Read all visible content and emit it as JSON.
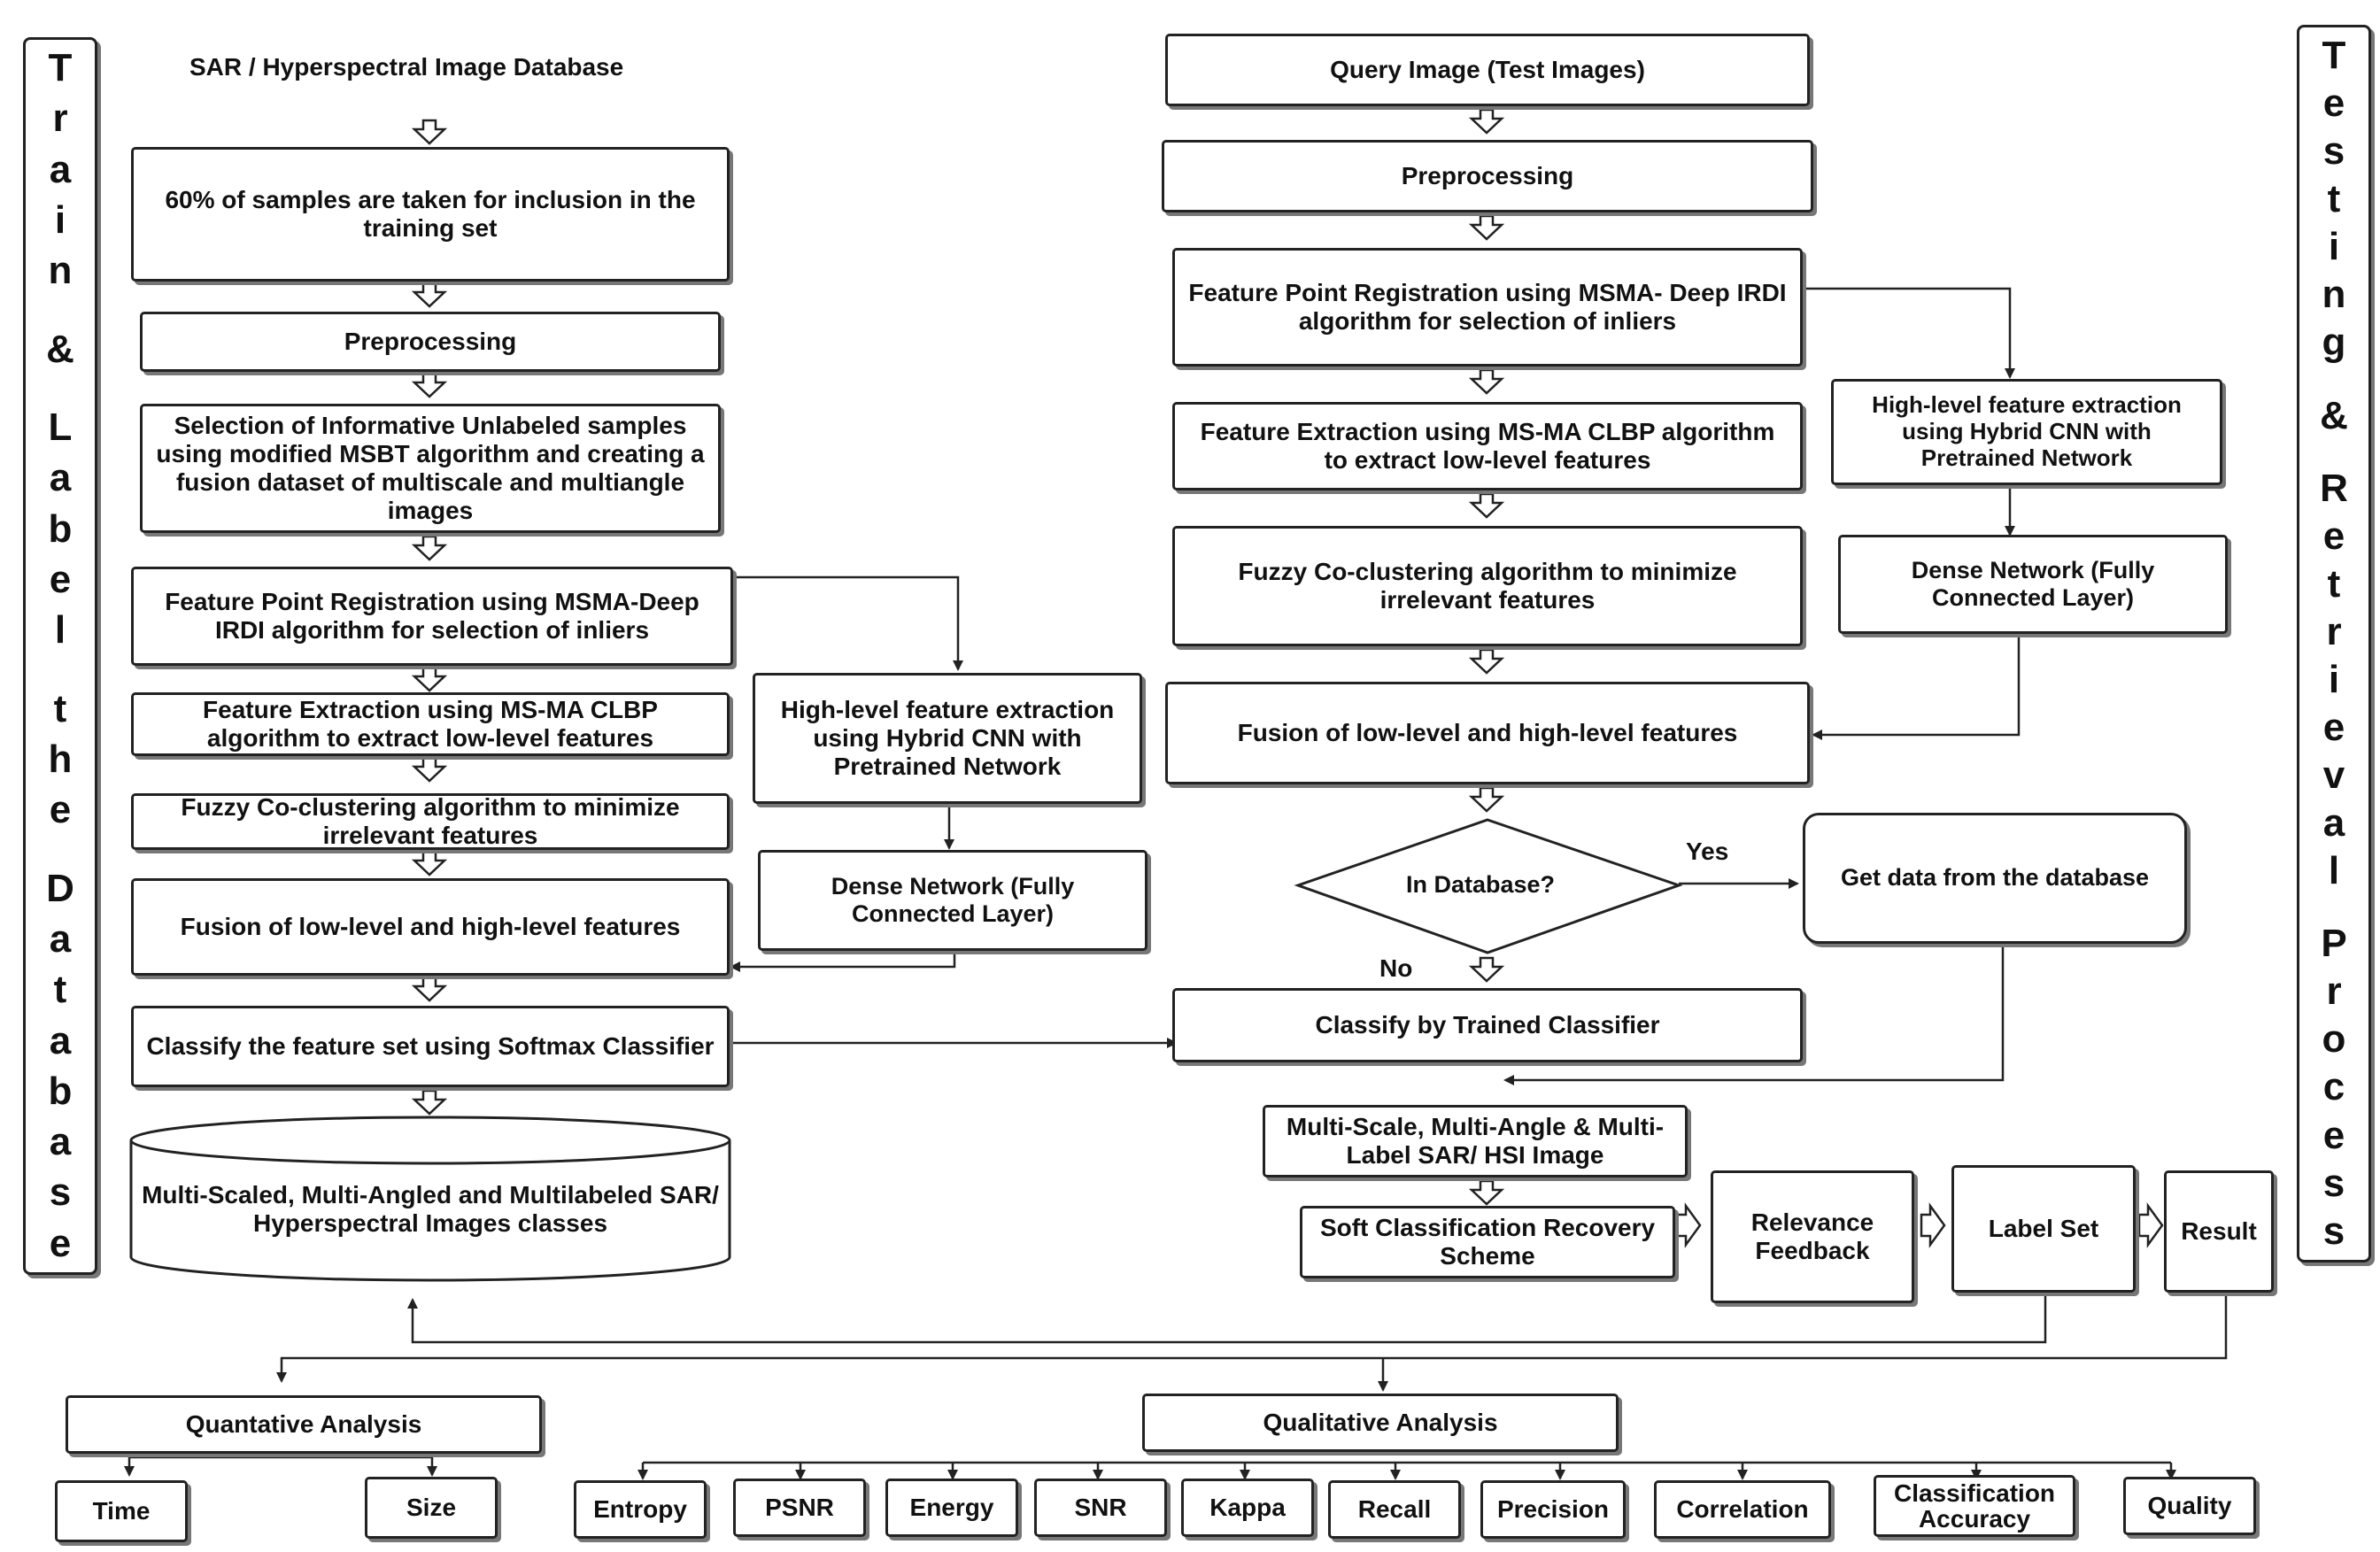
{
  "train_side_label": "Train & Label the Database",
  "test_side_label": "Testing & Retrieval Process",
  "train": {
    "database_title": "SAR / Hyperspectral Image Database",
    "samples": "60% of samples are taken for inclusion in the training set",
    "preprocessing": "Preprocessing",
    "selection": "Selection of Informative Unlabeled samples using modified MSBT algorithm and creating a fusion dataset of multiscale and multiangle images",
    "registration": "Feature Point Registration using MSMA-Deep IRDI algorithm for selection of inliers",
    "extraction": "Feature Extraction using MS-MA CLBP algorithm to extract low-level features",
    "clustering": "Fuzzy Co-clustering algorithm to minimize irrelevant features",
    "fusion": "Fusion of low-level and high-level features",
    "classify": "Classify the feature set using Softmax Classifier",
    "database_classes": "Multi-Scaled, Multi-Angled and Multilabeled SAR/ Hyperspectral Images classes",
    "highlevel": "High-level feature extraction using Hybrid CNN with Pretrained Network",
    "dense": "Dense Network (Fully Connected Layer)"
  },
  "test": {
    "query": "Query Image (Test Images)",
    "preprocessing": "Preprocessing",
    "registration": "Feature Point Registration using MSMA- Deep IRDI algorithm for selection of inliers",
    "extraction": "Feature Extraction using MS-MA CLBP algorithm to extract low-level features",
    "clustering": "Fuzzy Co-clustering algorithm to minimize irrelevant features",
    "fusion": "Fusion of low-level and high-level features",
    "decision": "In Database?",
    "yes": "Yes",
    "no": "No",
    "get_data": "Get data from the database",
    "classify": "Classify by Trained Classifier",
    "multi": "Multi-Scale, Multi-Angle & Multi-Label SAR/ HSI Image",
    "soft": "Soft Classification Recovery Scheme",
    "relevance": "Relevance Feedback",
    "label_set": "Label Set",
    "result": "Result",
    "highlevel": "High-level feature extraction using Hybrid CNN with Pretrained Network",
    "dense": "Dense Network (Fully Connected Layer)"
  },
  "analysis": {
    "quantitative": "Quantative Analysis",
    "qualitative": "Qualitative Analysis",
    "quant_metrics": [
      "Time",
      "Size"
    ],
    "qual_metrics": [
      "Entropy",
      "PSNR",
      "Energy",
      "SNR",
      "Kappa",
      "Recall",
      "Precision",
      "Correlation",
      "Classification Accuracy",
      "Quality"
    ]
  },
  "colors": {
    "stroke": "#222222",
    "shadow": "#777777",
    "background": "#ffffff"
  }
}
